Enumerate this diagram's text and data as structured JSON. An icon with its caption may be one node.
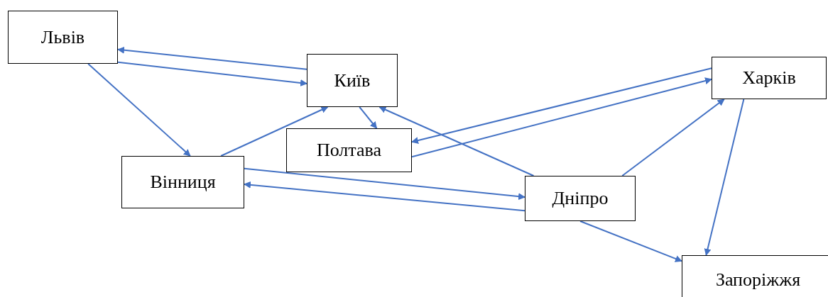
{
  "diagram": {
    "nodes": [
      {
        "text": [
          "Львів"
        ]
      },
      {
        "text": [
          "Київ"
        ]
      },
      {
        "text": [
          "Полтава"
        ]
      },
      {
        "text": [
          "Харків"
        ]
      },
      {
        "text": [
          "Вінниця"
        ]
      },
      {
        "text": [
          "Дніпро"
        ]
      },
      {
        "text": [
          "Запоріжжя"
        ]
      }
    ],
    "edges": [
      {
        "from": 1,
        "to": 0,
        "arrow": "to"
      },
      {
        "from": 0,
        "to": 1,
        "arrow": "to"
      },
      {
        "from": 0,
        "to": 4,
        "arrow": "to"
      },
      {
        "from": 4,
        "to": 1,
        "arrow": "to"
      },
      {
        "from": 1,
        "to": 2,
        "arrow": "to"
      },
      {
        "from": 3,
        "to": 2,
        "arrow": "to"
      },
      {
        "from": 2,
        "to": 3,
        "arrow": "to"
      },
      {
        "from": 5,
        "to": 1,
        "arrow": "to"
      },
      {
        "from": 4,
        "to": 5,
        "arrow": "to"
      },
      {
        "from": 5,
        "to": 4,
        "arrow": "to"
      },
      {
        "from": 5,
        "to": 3,
        "arrow": "to"
      },
      {
        "from": 3,
        "to": 6,
        "arrow": "to"
      },
      {
        "from": 5,
        "to": 6,
        "arrow": "to"
      }
    ]
  }
}
